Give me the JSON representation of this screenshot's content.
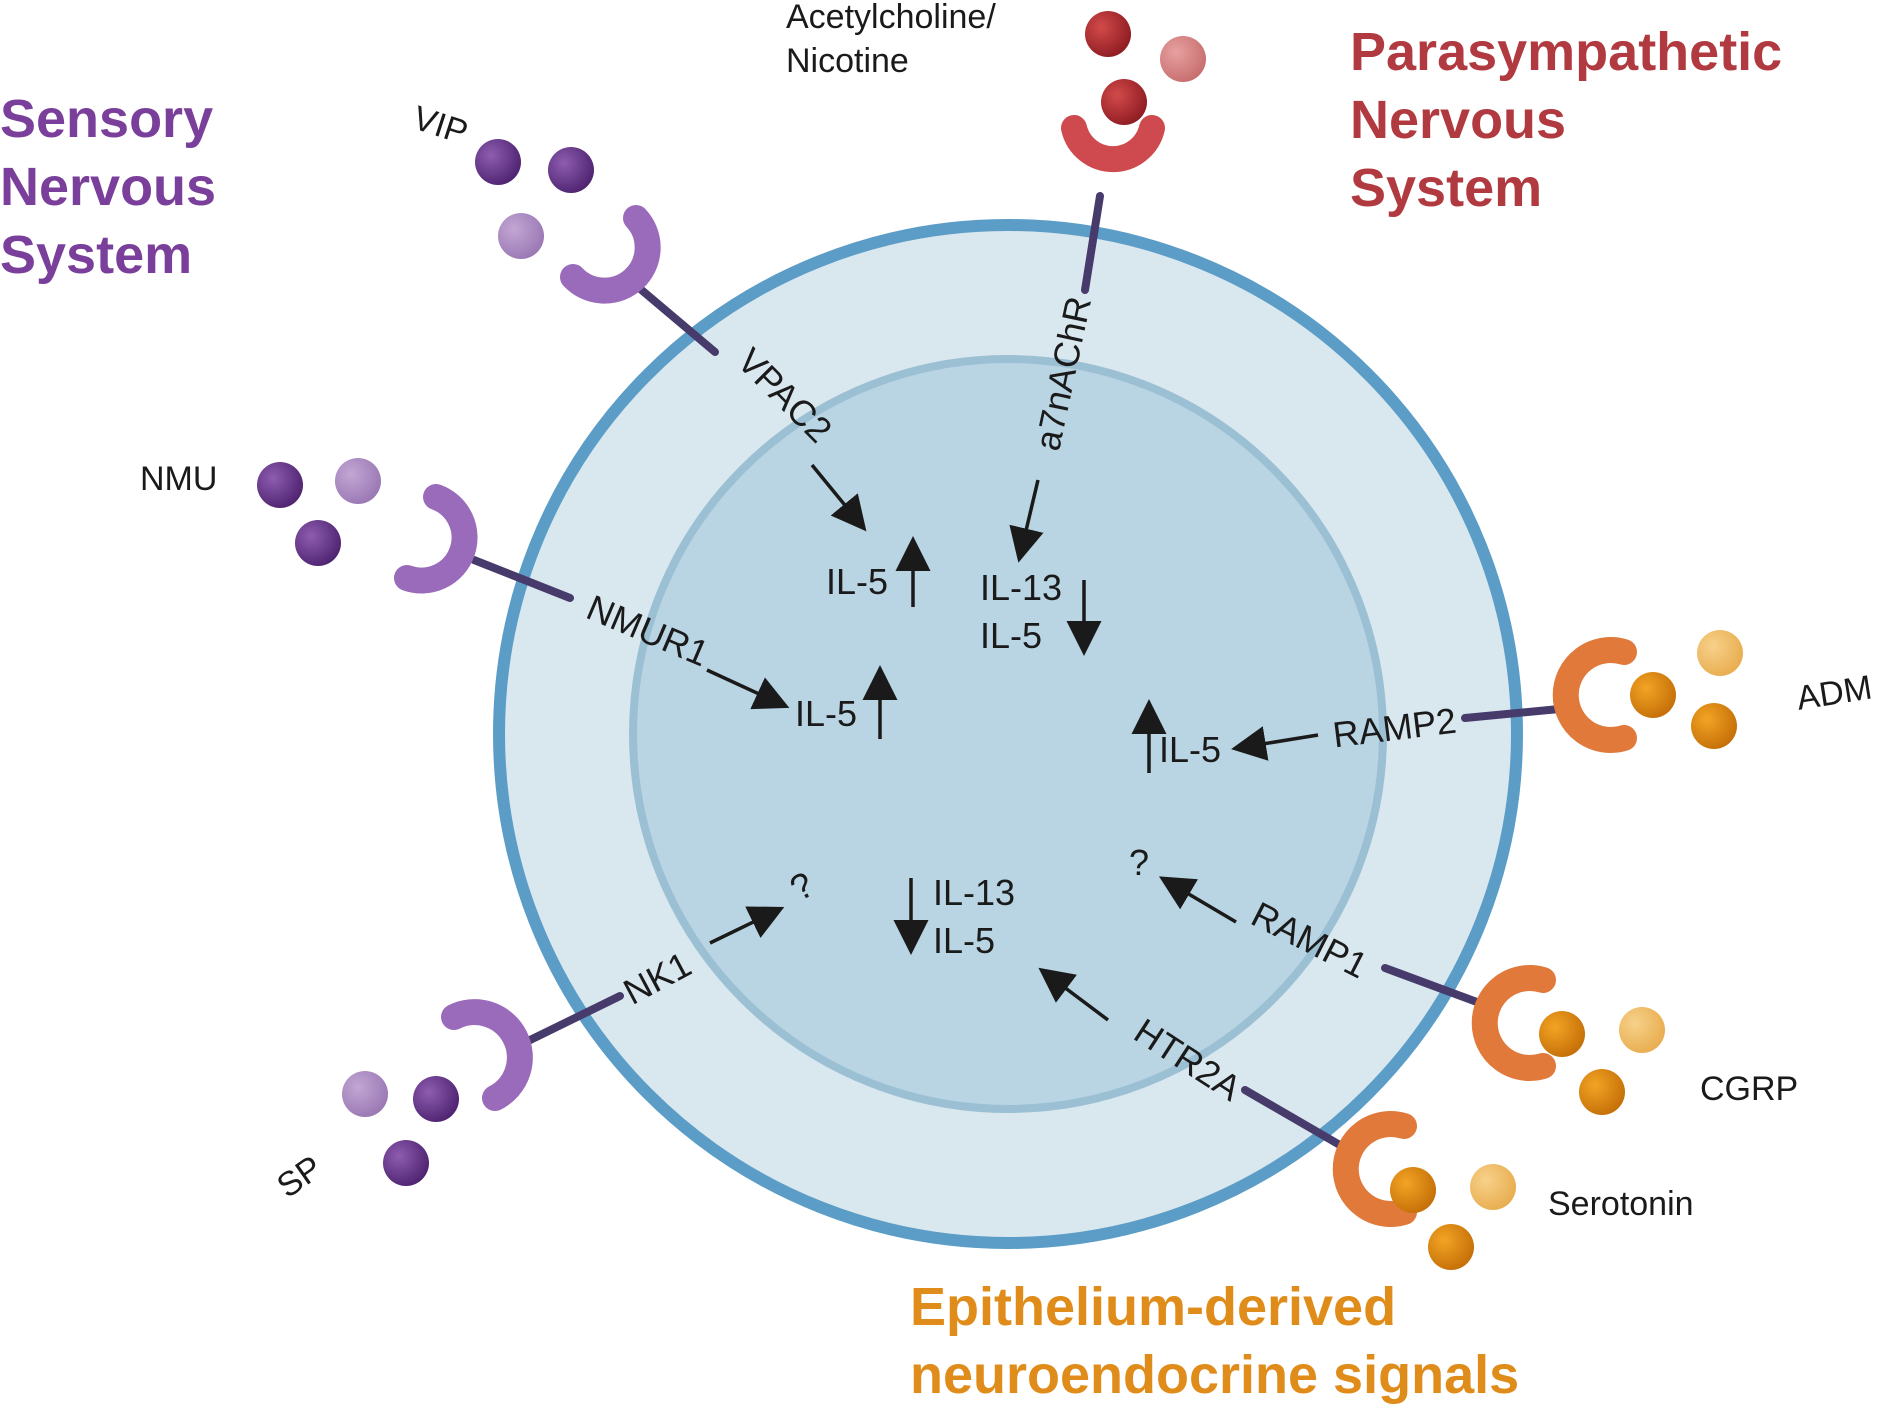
{
  "groups": {
    "sensory": {
      "lines": [
        "Sensory",
        "Nervous",
        "System"
      ],
      "color": "#7a3f9a"
    },
    "parasympathetic": {
      "lines": [
        "Parasympathetic",
        "Nervous",
        "System"
      ],
      "color": "#b03a3f"
    },
    "epithelium": {
      "lines": [
        "Epithelium-derived",
        "neuroendocrine signals"
      ],
      "color": "#e08c1a"
    }
  },
  "ligands": {
    "acetylcholine": [
      "Acetylcholine/",
      "Nicotine"
    ],
    "vip": "VIP",
    "nmu": "NMU",
    "sp": "SP",
    "adm": "ADM",
    "cgrp": "CGRP",
    "serotonin": "Serotonin"
  },
  "receptors": {
    "vpac2": "VPAC2",
    "a7nachr": "a7nAChR",
    "nmur1": "NMUR1",
    "ramp2": "RAMP2",
    "ramp1": "RAMP1",
    "nk1": "NK1",
    "htr2a": "HTR2A"
  },
  "cytokines": {
    "vip_il5": "IL-5",
    "ach_il13": "IL-13",
    "ach_il5": "IL-5",
    "nmu_il5": "IL-5",
    "adm_il5": "IL-5",
    "cgrp_q": "?",
    "sp_q": "?",
    "ser_il13": "IL-13",
    "ser_il5": "IL-5"
  },
  "colors": {
    "cell_outer_fill": "#d9e7ef",
    "cell_outer_stroke": "#5b9dc6",
    "cell_inner_fill": "#b9d4e2",
    "cell_inner_stroke": "#9bbfd3",
    "purple_receptor": "#9a6bbb",
    "red_receptor": "#cf4a4f",
    "orange_receptor": "#e0793a",
    "stalk": "#473b6b",
    "arrow": "#1a1a1a"
  }
}
